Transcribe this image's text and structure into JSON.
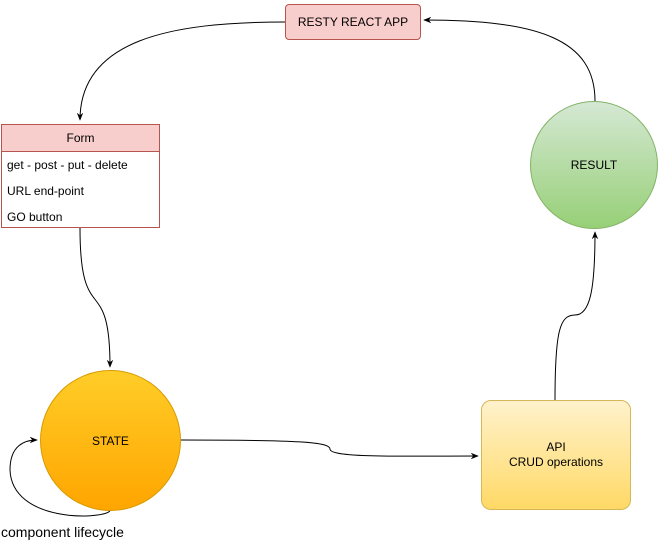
{
  "nodes": {
    "app": {
      "label": "RESTY REACT APP"
    },
    "form": {
      "title": "Form",
      "items": [
        "get - post - put - delete",
        "URL end-point",
        "GO button"
      ]
    },
    "result": {
      "label": "RESULT"
    },
    "state": {
      "label": "STATE"
    },
    "api": {
      "line1": "API",
      "line2": "CRUD operations"
    }
  },
  "labels": {
    "lifecycle": "component lifecycle"
  },
  "colors": {
    "red_fill": "#f8cecc",
    "red_stroke": "#b85450",
    "green_fill": "#97d077",
    "orange_fill": "#ffa500",
    "yellow_fill": "#ffd966"
  }
}
